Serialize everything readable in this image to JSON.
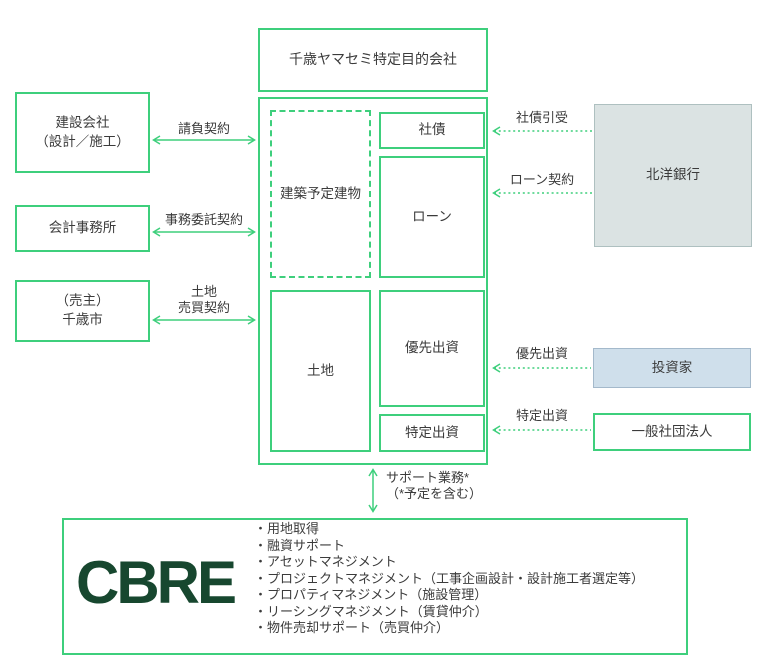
{
  "colors": {
    "diagram_green": "#3ecf7c",
    "cbre_logo_green": "#17472f",
    "bank_box_fill": "#dbe3e3",
    "investor_box_fill": "#cfdfeb",
    "text_color": "#3b3b3b"
  },
  "spc": {
    "title": "千歳ヤマセミ特定目的会社",
    "building": "建築予定建物",
    "bond": "社債",
    "loan": "ローン",
    "land": "土地",
    "preferred_equity": "優先出資",
    "specified_equity": "特定出資"
  },
  "left_parties": {
    "construction": {
      "line1": "建設会社",
      "line2": "（設計／施工）",
      "contract": "請負契約"
    },
    "accounting": {
      "line1": "会計事務所",
      "contract": "事務委託契約"
    },
    "seller": {
      "line1": "（売主）",
      "line2": "千歳市",
      "contract_line1": "土地",
      "contract_line2": "売買契約"
    }
  },
  "right_parties": {
    "bank": {
      "name": "北洋銀行",
      "bond_label": "社債引受",
      "loan_label": "ローン契約"
    },
    "investor": {
      "name": "投資家",
      "label": "優先出資"
    },
    "association": {
      "name": "一般社団法人",
      "label": "特定出資"
    }
  },
  "support": {
    "line1": "サポート業務*",
    "line2": "（*予定を含む）"
  },
  "cbre": {
    "logo": "CBRE",
    "services": [
      "・用地取得",
      "・融資サポート",
      "・アセットマネジメント",
      "・プロジェクトマネジメント（工事企画設計・設計施工者選定等）",
      "・プロパティマネジメント（施設管理）",
      "・リーシングマネジメント（賃貸仲介）",
      "・物件売却サポート（売買仲介）"
    ]
  }
}
